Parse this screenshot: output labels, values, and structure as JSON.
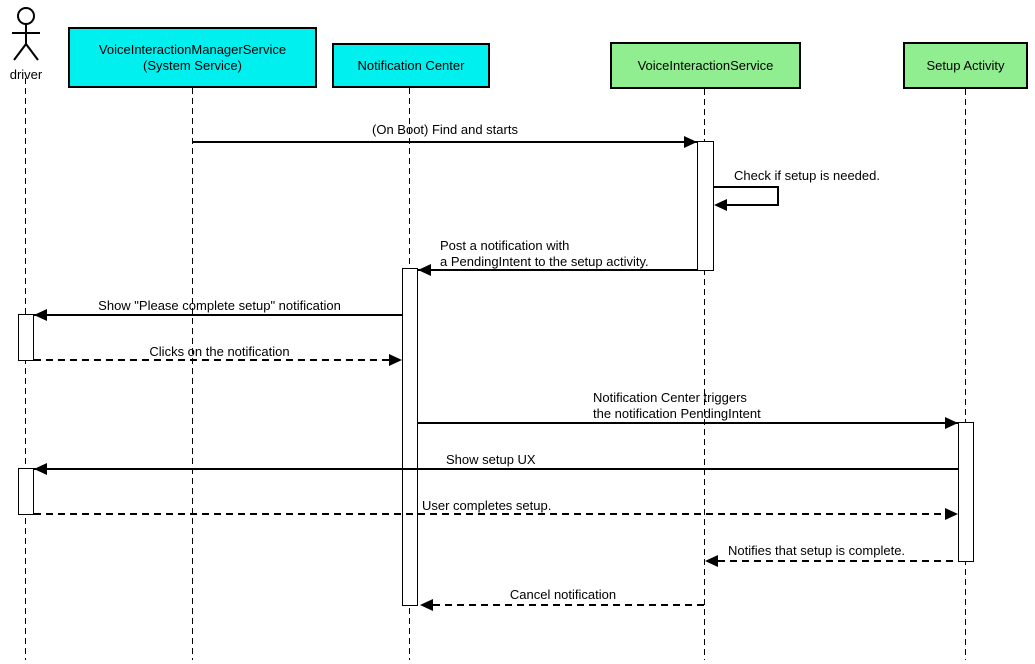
{
  "diagram": {
    "type": "uml-sequence",
    "actor": {
      "label": "driver"
    },
    "participants": {
      "vims": {
        "line1": "VoiceInteractionManagerService",
        "line2": "(System Service)",
        "color": "#00EFEF"
      },
      "nc": {
        "label": "Notification Center",
        "color": "#00EFEF"
      },
      "vis": {
        "label": "VoiceInteractionService",
        "color": "#90EE90"
      },
      "sa": {
        "label": "Setup Activity",
        "color": "#90EE90"
      }
    },
    "messages": {
      "boot_find": {
        "label": "(On Boot) Find and starts",
        "type": "solid",
        "from": "vims",
        "to": "vis"
      },
      "check_setup": {
        "label": "Check if setup is needed.",
        "type": "self",
        "from": "vis",
        "to": "vis"
      },
      "post_notification": {
        "line1": "Post a notification with",
        "line2": "a PendingIntent to the setup activity.",
        "type": "solid",
        "from": "vis",
        "to": "nc"
      },
      "show_notification": {
        "label": "Show \"Please complete setup\" notification",
        "type": "solid",
        "from": "nc",
        "to": "driver"
      },
      "click_notification": {
        "label": "Clicks on the notification",
        "type": "dashed",
        "from": "driver",
        "to": "nc"
      },
      "trigger_intent": {
        "line1": "Notification Center triggers",
        "line2": "the notification PendingIntent",
        "type": "solid",
        "from": "nc",
        "to": "sa"
      },
      "show_setup_ux": {
        "label": "Show setup UX",
        "type": "solid",
        "from": "sa",
        "to": "driver"
      },
      "user_completes": {
        "label": "User completes setup.",
        "type": "dashed",
        "from": "driver",
        "to": "sa"
      },
      "notify_complete": {
        "label": "Notifies that setup is complete.",
        "type": "dashed",
        "from": "sa",
        "to": "vis"
      },
      "cancel_notification": {
        "label": "Cancel notification",
        "type": "dashed",
        "from": "vis",
        "to": "nc"
      }
    },
    "colors": {
      "participant_cyan": "#00EFEF",
      "participant_green": "#90EE90",
      "line": "#000000",
      "activation_fill": "#FFFFFF",
      "background": "#FFFFFF"
    }
  }
}
